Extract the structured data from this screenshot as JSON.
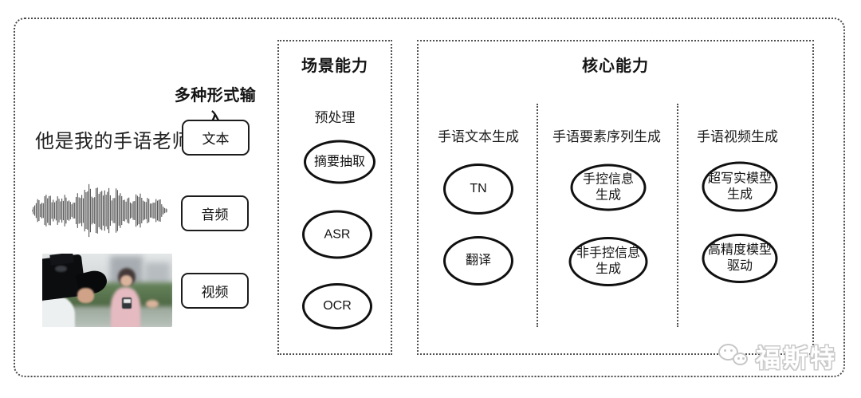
{
  "input_section": {
    "label": "多种形式输入",
    "sentence": "他是我的手语老师",
    "items": [
      {
        "label": "文本"
      },
      {
        "label": "音频"
      },
      {
        "label": "视频"
      }
    ]
  },
  "scene_box": {
    "title": "场景能力",
    "subtitle": "预处理",
    "nodes": [
      "摘要抽取",
      "ASR",
      "OCR"
    ]
  },
  "core_box": {
    "title": "核心能力",
    "columns": [
      {
        "label": "手语文本生成",
        "nodes": [
          "TN",
          "翻译"
        ]
      },
      {
        "label": "手语要素序列生成",
        "nodes": [
          "手控信息\n生成",
          "非手控信息\n生成"
        ]
      },
      {
        "label": "手语视频生成",
        "nodes": [
          "超写实模型\n生成",
          "高精度模型\n驱动"
        ]
      }
    ]
  },
  "watermark": {
    "text": "福斯特",
    "icon": "wechat-icon"
  },
  "colors": {
    "line": "#4a4a4a",
    "node_border": "#101010",
    "watermark_outline": "#c9c9c9"
  }
}
